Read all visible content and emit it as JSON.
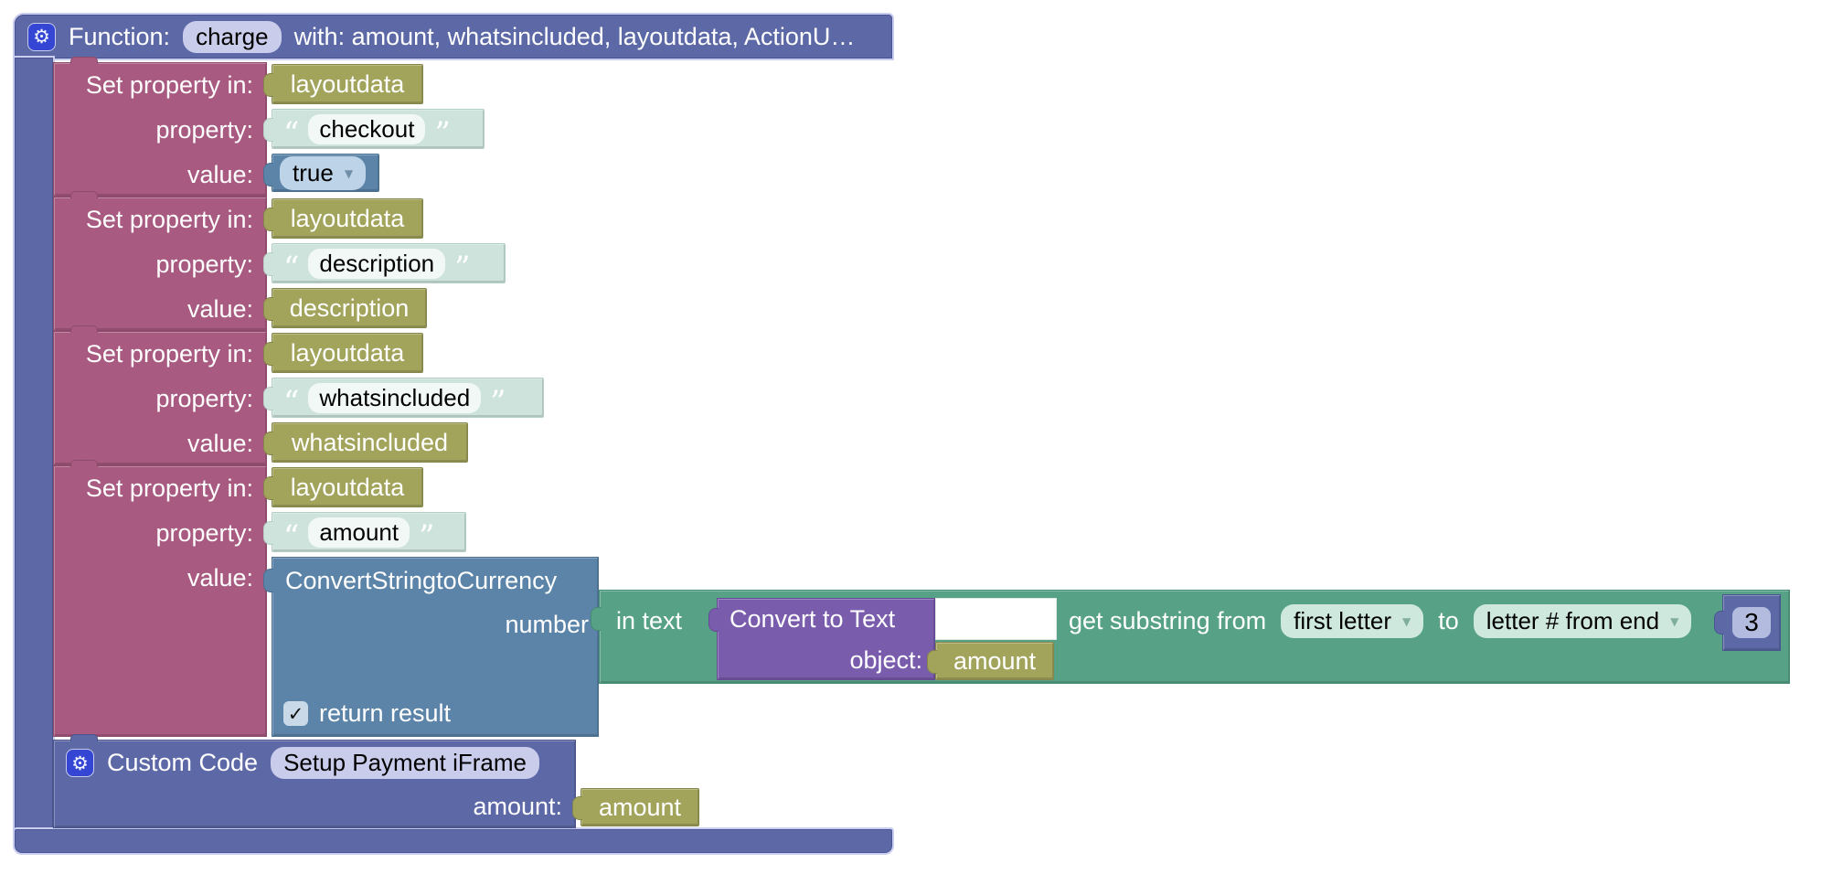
{
  "colors": {
    "function_block": "#5d69a6",
    "statement_block": "#a85a80",
    "variable_block": "#a2a45c",
    "text_block": "#cde3dc",
    "logic_block": "#5b84a8",
    "string_op_block": "#57a287",
    "convert_block": "#7a5cad",
    "gear_badge": "#3546d4",
    "name_field": "#c9cdeb",
    "selection_halo": "#c9cdf0"
  },
  "icons": {
    "gear": "⚙",
    "dropdown_arrow": "▼",
    "check": "✓",
    "open_quote": "“",
    "close_quote": "”"
  },
  "function_block": {
    "label": "Function:",
    "name": "charge",
    "params": "with: amount, whatsincluded, layoutdata, ActionU…"
  },
  "set_property_blocks": [
    {
      "label": "Set property in:",
      "object": "layoutdata",
      "property_label": "property:",
      "property": "checkout",
      "value_label": "value:",
      "value": "true"
    },
    {
      "label": "Set property in:",
      "object": "layoutdata",
      "property_label": "property:",
      "property": "description",
      "value_label": "value:",
      "value": "description"
    },
    {
      "label": "Set property in:",
      "object": "layoutdata",
      "property_label": "property:",
      "property": "whatsincluded",
      "value_label": "value:",
      "value": "whatsincluded"
    },
    {
      "label": "Set property in:",
      "object": "layoutdata",
      "property_label": "property:",
      "property": "amount",
      "value_label": "value:"
    }
  ],
  "convert_currency_block": {
    "title": "ConvertStringtoCurrency",
    "number_label": "number",
    "return_label": "return result"
  },
  "substring_block": {
    "in_text_label": "in text",
    "label": "get substring from",
    "from_option": "first letter",
    "to_label": "to",
    "to_option": "letter # from end",
    "end_number": "3"
  },
  "convert_text_block": {
    "title": "Convert to Text",
    "object_label": "object:",
    "object_value": "amount"
  },
  "custom_code_block": {
    "label": "Custom Code",
    "name": "Setup Payment iFrame",
    "param_label": "amount:",
    "param_value": "amount"
  }
}
